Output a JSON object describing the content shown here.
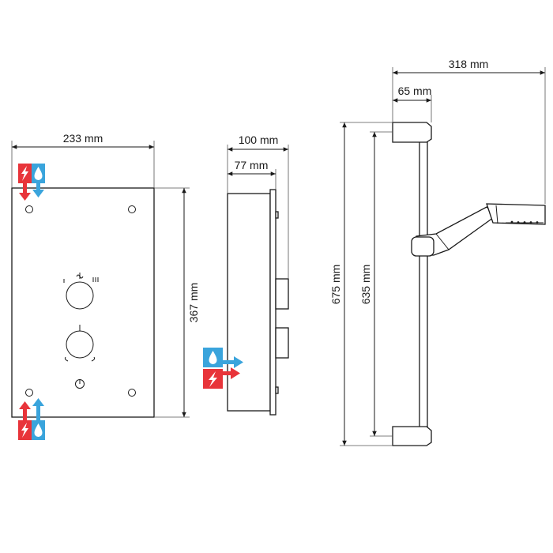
{
  "dimensions": {
    "front_width": "233 mm",
    "front_height": "367 mm",
    "side_depth_total": "100 mm",
    "side_depth_body": "77 mm",
    "rail_reach": "318 mm",
    "rail_offset": "65 mm",
    "rail_length_total": "675 mm",
    "rail_length_inner": "635 mm"
  },
  "colors": {
    "hot": "#e8343a",
    "cold": "#3aa4dc",
    "line": "#1a1a1a"
  },
  "icons": {
    "electric": "lightning-icon",
    "water": "water-drop-icon"
  }
}
